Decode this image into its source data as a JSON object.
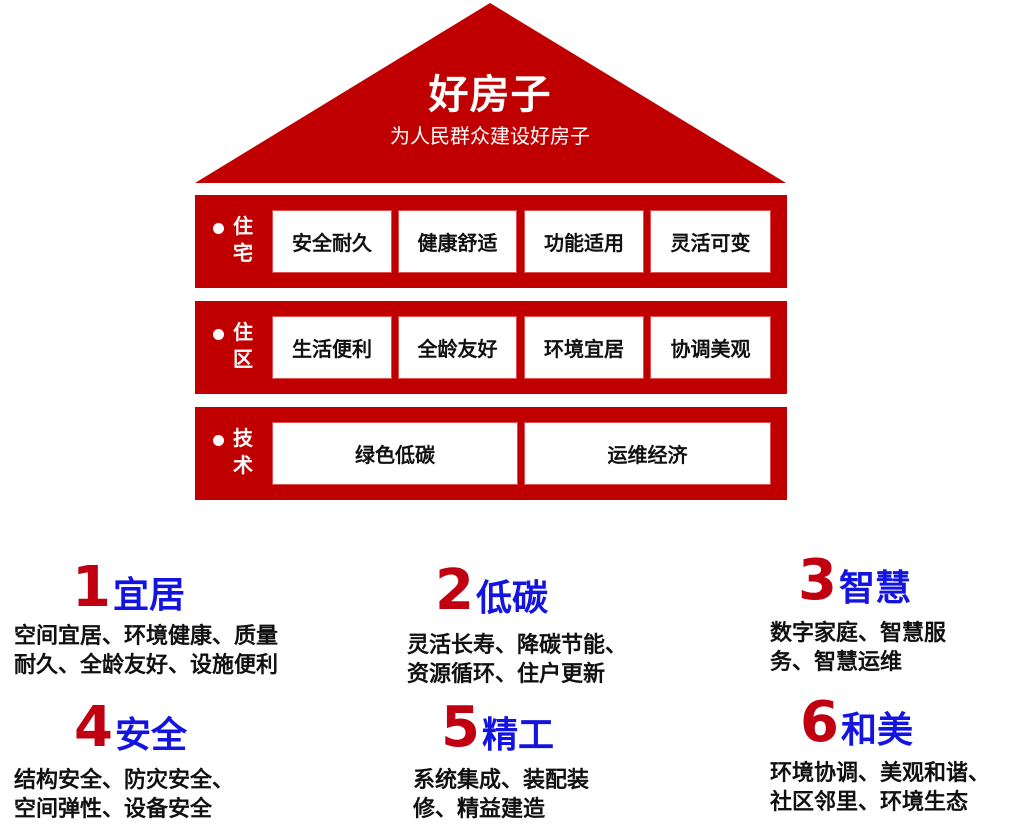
{
  "roof": {
    "title": "好房子",
    "subtitle": "为人民群众建设好房子"
  },
  "rows": [
    {
      "label": "住宅",
      "boxes": [
        "安全耐久",
        "健康舒适",
        "功能适用",
        "灵活可变"
      ]
    },
    {
      "label": "住区",
      "boxes": [
        "生活便利",
        "全龄友好",
        "环境宜居",
        "协调美观"
      ]
    },
    {
      "label": "技术",
      "boxes": [
        "绿色低碳",
        "运维经济"
      ]
    }
  ],
  "items": [
    {
      "num": "1",
      "name": "宜居",
      "lines": [
        "空间宜居、环境健康、质量",
        "耐久、全龄友好、设施便利"
      ]
    },
    {
      "num": "2",
      "name": "低碳",
      "lines": [
        "灵活长寿、降碳节能、",
        "资源循环、住户更新"
      ]
    },
    {
      "num": "3",
      "name": "智慧",
      "lines": [
        "数字家庭、智慧服",
        "务、智慧运维"
      ]
    },
    {
      "num": "4",
      "name": "安全",
      "lines": [
        "结构安全、防灾安全、",
        "空间弹性、设备安全"
      ]
    },
    {
      "num": "5",
      "name": "精工",
      "lines": [
        "系统集成、装配装",
        "修、精益建造"
      ]
    },
    {
      "num": "6",
      "name": "和美",
      "lines": [
        "环境协调、美观和谐、",
        "社区邻里、环境生态"
      ]
    }
  ],
  "colors": {
    "red": "#c00000",
    "blue": "#1414e0",
    "number_red": "#c00010"
  }
}
